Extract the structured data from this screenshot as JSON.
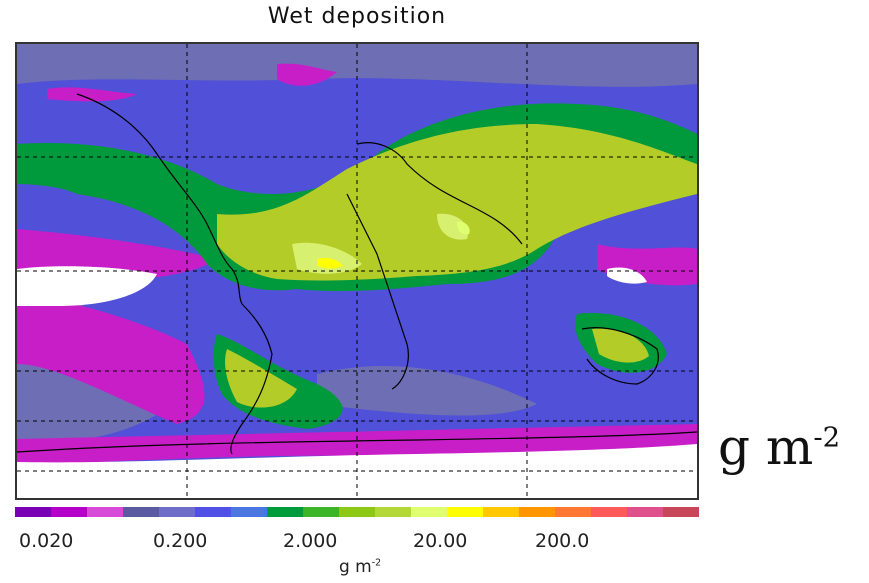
{
  "title": "Wet deposition",
  "map": {
    "region": "world",
    "projection": "equirectangular",
    "grid": "dashed",
    "background_color": "#5050d8",
    "no_data_color": "#ffffff",
    "coastline_color": "#000000"
  },
  "colorbar": {
    "scale": "log",
    "colors": [
      "#7a00b4",
      "#b400c8",
      "#d84ad8",
      "#5a5aa0",
      "#6e6ec8",
      "#5050e6",
      "#4a78e0",
      "#009a3c",
      "#3cb428",
      "#8cc814",
      "#b4d838",
      "#e0ff70",
      "#ffff00",
      "#ffc800",
      "#ff9600",
      "#ff7832",
      "#ff5a5a",
      "#e0508c",
      "#c8465a"
    ],
    "ticks": [
      "0.020",
      "0.200",
      "2.000",
      "20.00",
      "200.0"
    ],
    "unit": {
      "base": "g m",
      "exp": "-2"
    }
  },
  "side_unit": {
    "base": "g m",
    "exp": "-2"
  }
}
